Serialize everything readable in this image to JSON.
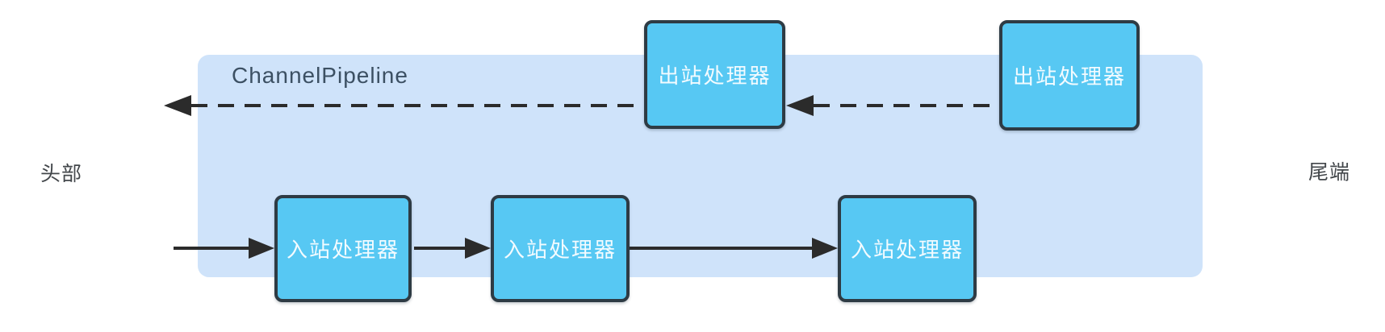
{
  "diagram": {
    "title": "ChannelPipeline",
    "head_label": "头部",
    "tail_label": "尾端",
    "outbound_handlers": [
      {
        "label": "出站处理器"
      },
      {
        "label": "出站处理器"
      }
    ],
    "inbound_handlers": [
      {
        "label": "入站处理器"
      },
      {
        "label": "入站处理器"
      },
      {
        "label": "入站处理器"
      }
    ],
    "flow": {
      "outbound_direction": "right-to-left-dashed",
      "inbound_direction": "left-to-right-solid"
    },
    "colors": {
      "panel_bg": "#cfe3fa",
      "node_fill": "#57c8f3",
      "node_border": "#2e3b44",
      "node_text": "#f3fbff",
      "arrow": "#2b2b2b",
      "title_text": "#3c5063",
      "side_label_text": "#43474b",
      "background": "#ffffff"
    }
  }
}
